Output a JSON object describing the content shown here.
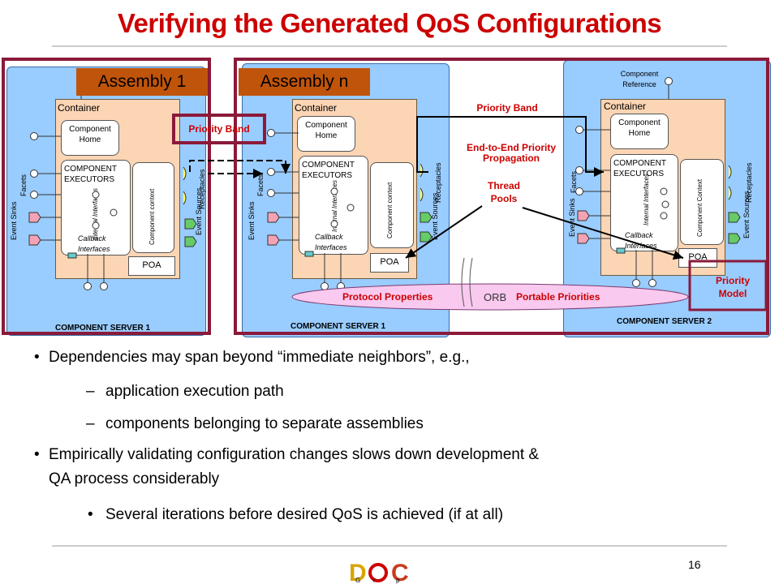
{
  "title": "Verifying the Generated QoS Configurations",
  "assemblies": [
    "Assembly 1",
    "Assembly n"
  ],
  "servers": [
    "COMPONENT SERVER 1",
    "COMPONENT SERVER 1",
    "COMPONENT SERVER 2"
  ],
  "component": {
    "container": "Container",
    "home": "Component Home",
    "executors": "COMPONENT EXECUTORS",
    "context_a": "Component context",
    "context_b": "Component Context",
    "internal": "Internal Interfaces",
    "callback": "Callback Interfaces",
    "poa": "POA",
    "facets": "Facets",
    "event_sinks": "Event Sinks",
    "receptacles": "Receptacles",
    "event_sources": "Event Sources",
    "reference": "Component Reference"
  },
  "annotations": {
    "priority_band_left": "Priority Band",
    "priority_band_right": "Priority Band",
    "end_to_end": "End-to-End Priority Propagation",
    "thread_pools": "Thread Pools",
    "priority_model": "Priority Model",
    "protocol_properties": "Protocol Properties",
    "orb": "ORB",
    "portable_priorities": "Portable Priorities"
  },
  "bullets": [
    "Dependencies may span beyond “immediate neighbors”, e.g.,",
    "application execution path",
    "components belonging to separate assemblies",
    "Empirically validating configuration changes slows down development &",
    "QA process considerably",
    "Several iterations before desired QoS is achieved (if at all)"
  ],
  "page_number": "16",
  "logo": "DOC Group",
  "colors": {
    "title_red": "#cc0000",
    "server_blue": "#99ccff",
    "container_peach": "#fcd5b4",
    "assembly_frame": "#8b1a3a",
    "assembly_tab": "#c0540a",
    "orb_pink": "#f9c9ef"
  }
}
